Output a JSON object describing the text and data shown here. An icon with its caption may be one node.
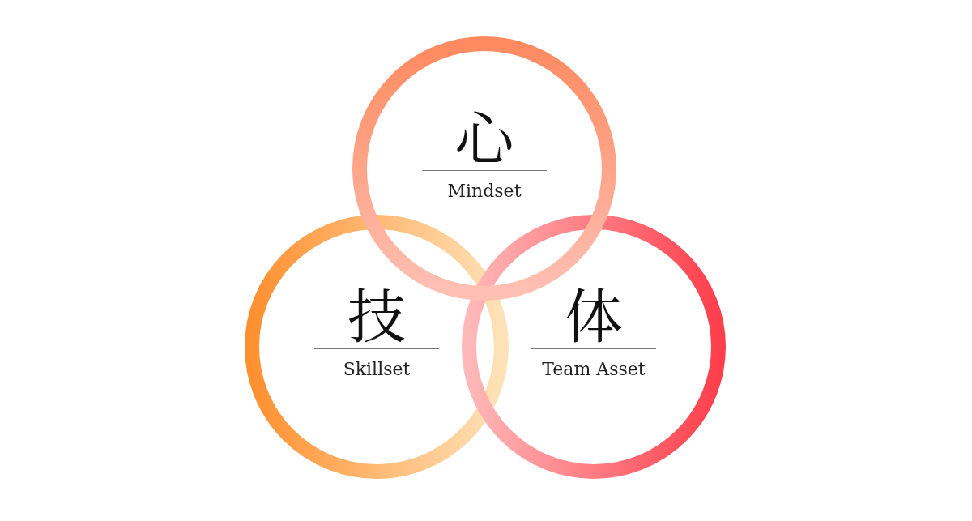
{
  "diagram": {
    "nodes": [
      {
        "text": [
          "心",
          "Mindset"
        ]
      },
      {
        "text": [
          "技",
          "Skillset"
        ]
      },
      {
        "text": [
          "体",
          "Team Asset"
        ]
      }
    ]
  }
}
